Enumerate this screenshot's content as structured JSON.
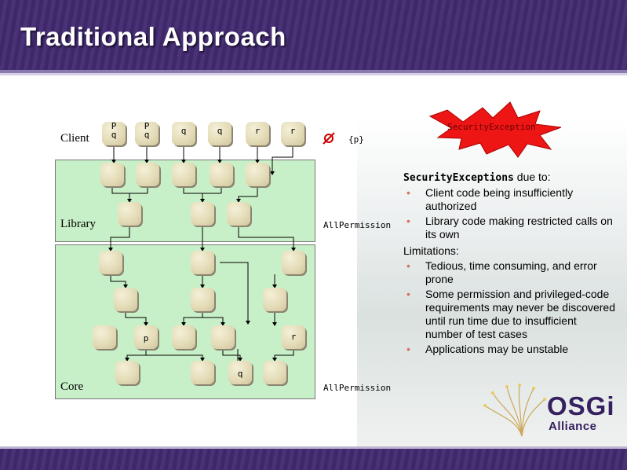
{
  "title": "Traditional Approach",
  "diagram": {
    "layers": {
      "client": "Client",
      "library": "Library",
      "core": "Core"
    },
    "client_permissions": [
      [
        "P",
        "q"
      ],
      [
        "P",
        "q"
      ],
      [
        "q"
      ],
      [
        "q"
      ],
      [
        "r"
      ],
      [
        "r"
      ]
    ],
    "node_labels": {
      "core_p": "p",
      "core_r": "r",
      "core_q": "q"
    },
    "denied_symbol": "Ø",
    "denied_set": "{p}",
    "all_permission_library": "AllPermission",
    "all_permission_core": "AllPermission",
    "exception_label": "SecurityException"
  },
  "notes": {
    "heading_code": "SecurityExceptions",
    "heading_rest": " due to:",
    "causes": [
      "Client code being insufficiently authorized",
      "Library code making restricted calls on its own"
    ],
    "limitations_heading": "Limitations:",
    "limitations": [
      "Tedious, time consuming, and error prone",
      "Some permission and privileged-code requirements may never be discovered until run time due to insufficient number of test cases",
      "Applications may be unstable"
    ]
  },
  "logo": {
    "name": "OSGi",
    "sub": "Alliance"
  },
  "colors": {
    "header": "#3e2868",
    "layer_fill": "#c8f0c8",
    "node": "#e4dcb8",
    "starburst": "#ee1515",
    "bullet": "#d4745a"
  },
  "icons": [
    "starburst-icon",
    "denied-icon",
    "fiber-optic-logo-icon"
  ]
}
